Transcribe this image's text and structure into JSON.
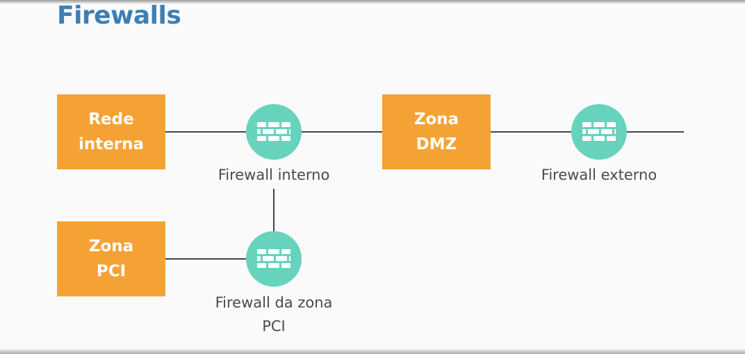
{
  "title": "Firewalls",
  "colors": {
    "title": "#3d7fb5",
    "zone": "#f5a234",
    "firewall": "#67d3bd",
    "line": "#444444"
  },
  "zones": [
    {
      "id": "rede-interna",
      "lines": [
        "Rede",
        "interna"
      ]
    },
    {
      "id": "zona-dmz",
      "lines": [
        "Zona",
        "DMZ"
      ]
    },
    {
      "id": "zona-pci",
      "lines": [
        "Zona",
        "PCI"
      ]
    }
  ],
  "firewalls": [
    {
      "id": "firewall-interno",
      "icon": "brick-wall-icon",
      "label_lines": [
        "Firewall interno"
      ]
    },
    {
      "id": "firewall-externo",
      "icon": "brick-wall-icon",
      "label_lines": [
        "Firewall externo"
      ]
    },
    {
      "id": "firewall-zona-pci",
      "icon": "brick-wall-icon",
      "label_lines": [
        "Firewall da zona",
        "PCI"
      ]
    }
  ]
}
